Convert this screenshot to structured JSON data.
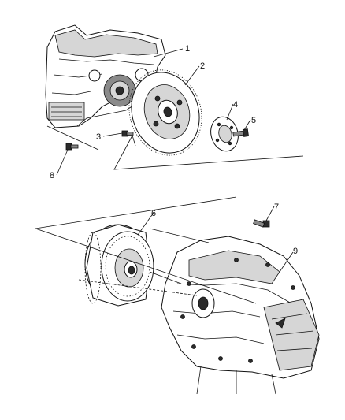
{
  "callouts": [
    {
      "id": "1",
      "label": "1"
    },
    {
      "id": "2",
      "label": "2"
    },
    {
      "id": "3",
      "label": "3"
    },
    {
      "id": "4",
      "label": "4"
    },
    {
      "id": "5",
      "label": "5"
    },
    {
      "id": "6",
      "label": "6"
    },
    {
      "id": "7",
      "label": "7"
    },
    {
      "id": "8",
      "label": "8"
    },
    {
      "id": "9",
      "label": "9"
    }
  ],
  "colors": {
    "line": "#111111",
    "background": "#ffffff",
    "shade_dark": "#2b2b2b",
    "shade_mid": "#8a8a8a",
    "shade_light": "#d6d6d6"
  }
}
